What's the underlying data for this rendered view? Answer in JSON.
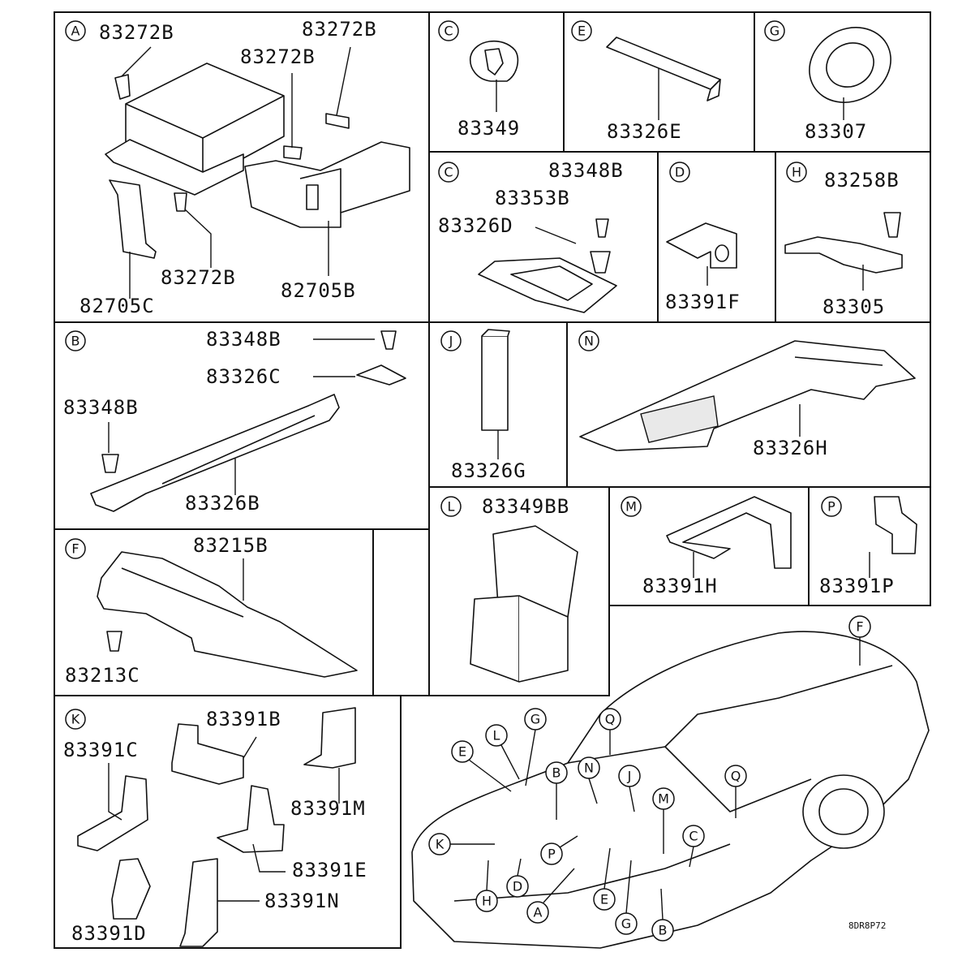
{
  "sections": {
    "A": {
      "letter": "A",
      "parts": [
        "83272B",
        "83272B",
        "83272B",
        "83272B",
        "82705C",
        "82705B"
      ]
    },
    "C_top": {
      "letter": "C",
      "parts": [
        "83349"
      ]
    },
    "E": {
      "letter": "E",
      "parts": [
        "83326E"
      ]
    },
    "G": {
      "letter": "G",
      "parts": [
        "83307"
      ]
    },
    "C_mid": {
      "letter": "C",
      "parts": [
        "83348B",
        "83353B",
        "83326D"
      ]
    },
    "D": {
      "letter": "D",
      "parts": [
        "83391F"
      ]
    },
    "H": {
      "letter": "H",
      "parts": [
        "83258B",
        "83305"
      ]
    },
    "B": {
      "letter": "B",
      "parts": [
        "83348B",
        "83326C",
        "83348B",
        "83326B"
      ]
    },
    "J": {
      "letter": "J",
      "parts": [
        "83326G"
      ]
    },
    "N": {
      "letter": "N",
      "parts": [
        "83326H"
      ]
    },
    "F": {
      "letter": "F",
      "parts": [
        "83215B",
        "83213C"
      ]
    },
    "L": {
      "letter": "L",
      "parts": [
        "83349BB"
      ]
    },
    "M": {
      "letter": "M",
      "parts": [
        "83391H"
      ]
    },
    "P": {
      "letter": "P",
      "parts": [
        "83391P"
      ]
    },
    "K": {
      "letter": "K",
      "parts": [
        "83391B",
        "83391C",
        "83391M",
        "83391E",
        "83391D",
        "83391N"
      ]
    }
  },
  "vehicle_callouts": [
    "F",
    "G",
    "Q",
    "E",
    "L",
    "B",
    "N",
    "J",
    "Q",
    "M",
    "K",
    "C",
    "P",
    "D",
    "H",
    "A",
    "E",
    "G",
    "B"
  ],
  "reference_code": "8DR8P72"
}
